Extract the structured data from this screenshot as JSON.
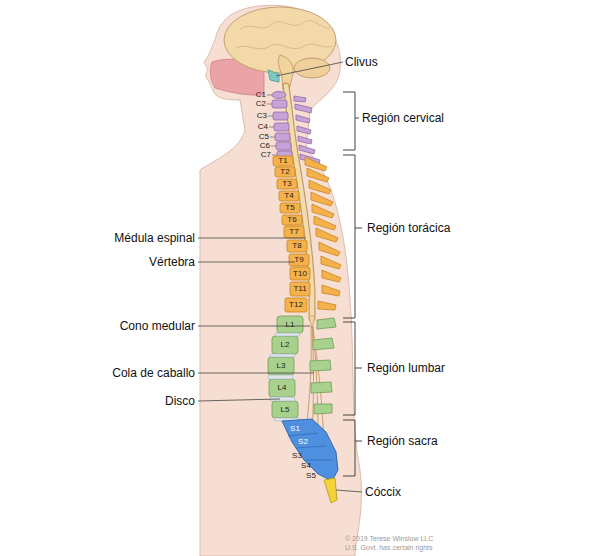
{
  "diagram": {
    "labels": [
      "Clivus",
      "Región cervical",
      "C1",
      "C2",
      "C3",
      "C4",
      "C5",
      "C6",
      "C7",
      "T1",
      "T2",
      "T3",
      "T4",
      "T5",
      "T6",
      "T7",
      "T8",
      "T9",
      "T10",
      "T11",
      "T12",
      "Médula espinal",
      "Vértebra",
      "Región torácica",
      "Cono medular",
      "L1",
      "L2",
      "L3",
      "L4",
      "L5",
      "Región lumbar",
      "Cola de caballo",
      "Disco",
      "S1",
      "S2",
      "S3",
      "S4",
      "S5",
      "Región sacra",
      "Cóccix",
      "© 2019 Terese Winslow LLC",
      "U.S. Govt. has certain rights"
    ]
  }
}
